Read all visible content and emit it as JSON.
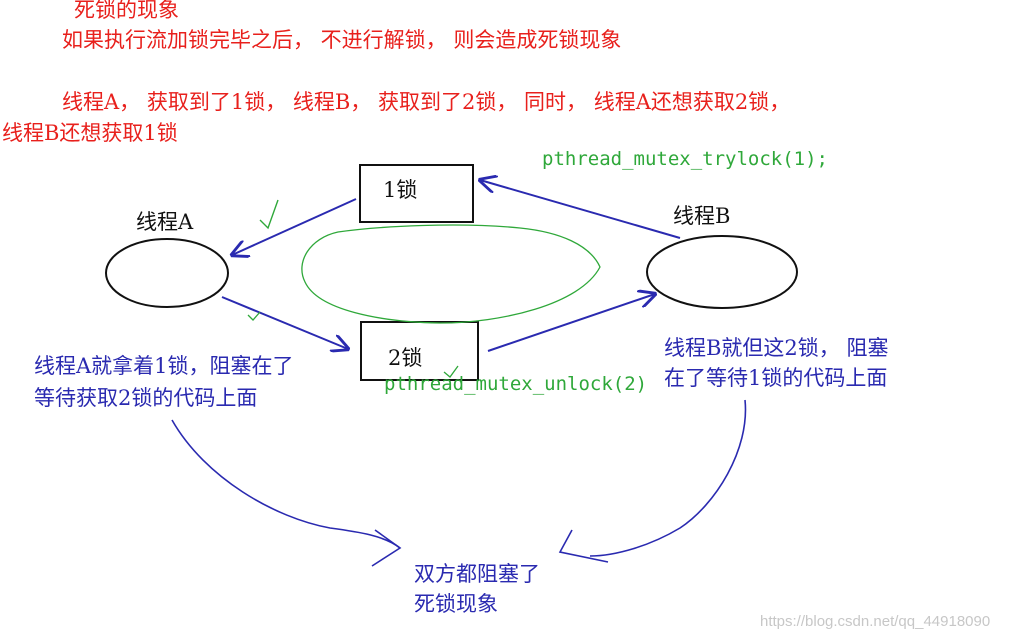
{
  "header": {
    "title": "死锁的现象",
    "line1": "如果执行流加锁完毕之后， 不进行解锁， 则会造成死锁现象",
    "line2": "线程A， 获取到了1锁，  线程B， 获取到了2锁，  同时，  线程A还想获取2锁，",
    "line3": "线程B还想获取1锁"
  },
  "nodes": {
    "thread_a": "线程A",
    "thread_b": "线程B",
    "lock1": "1锁",
    "lock2": "2锁"
  },
  "code": {
    "trylock": "pthread_mutex_trylock(1);",
    "unlock": "pthread_mutex_unlock(2)"
  },
  "notes": {
    "a_line1": "线程A就拿着1锁，阻塞在了",
    "a_line2": "等待获取2锁的代码上面",
    "b_line1": "线程B就但这2锁，  阻塞",
    "b_line2": "在了等待1锁的代码上面",
    "result_line1": "双方都阻塞了",
    "result_line2": "死锁现象"
  },
  "watermark": "https://blog.csdn.net/qq_44918090",
  "colors": {
    "red": "#e8201c",
    "blue": "#2a2ab0",
    "green": "#2fa83a",
    "black": "#111111"
  }
}
